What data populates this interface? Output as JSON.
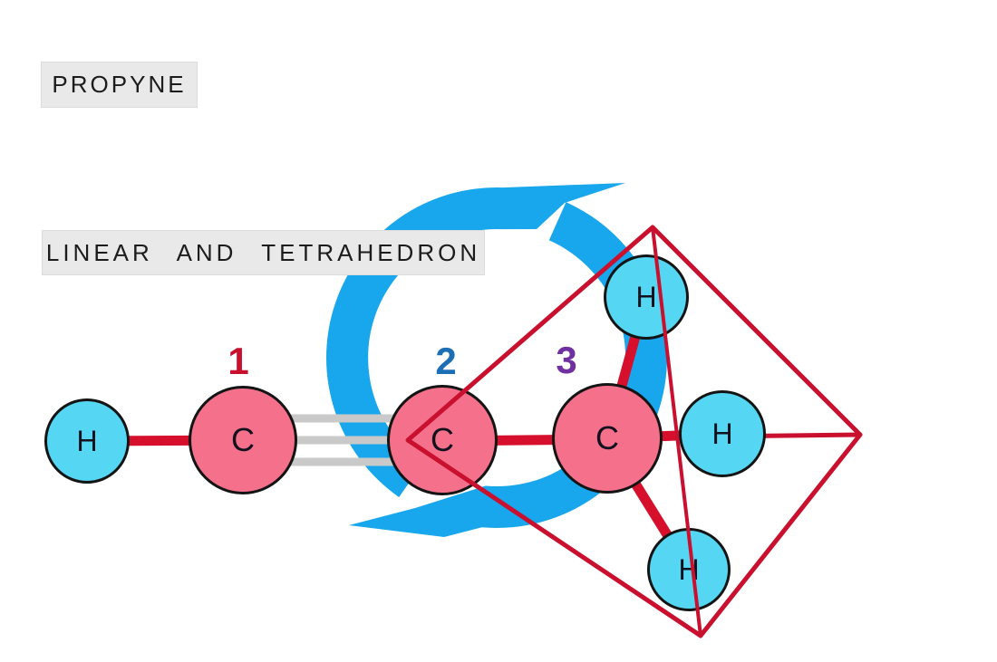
{
  "title_box": {
    "text": "PROPYNE"
  },
  "subtitle_box": {
    "text": "LINEAR AND TETRAHEDRON"
  },
  "position_labels": [
    {
      "value": "1",
      "color": "#C8102E"
    },
    {
      "value": "2",
      "color": "#1D6FB5"
    },
    {
      "value": "3",
      "color": "#7030A0"
    }
  ],
  "atoms": [
    {
      "id": "h-left",
      "symbol": "H"
    },
    {
      "id": "c1",
      "symbol": "C"
    },
    {
      "id": "c2",
      "symbol": "C"
    },
    {
      "id": "c3",
      "symbol": "C"
    },
    {
      "id": "h-top",
      "symbol": "H"
    },
    {
      "id": "h-right",
      "symbol": "H"
    },
    {
      "id": "h-bottom",
      "symbol": "H"
    }
  ],
  "colors": {
    "hydrogen_fill": "#55D7F3",
    "carbon_fill": "#F5718B",
    "bond_red": "#D6102C",
    "tetrahedron_red": "#C9102E",
    "rotation_arrow_blue": "#18A6EC",
    "triple_bond_gray": "#C9C9C9",
    "label_box_bg": "#E9E9E9"
  }
}
